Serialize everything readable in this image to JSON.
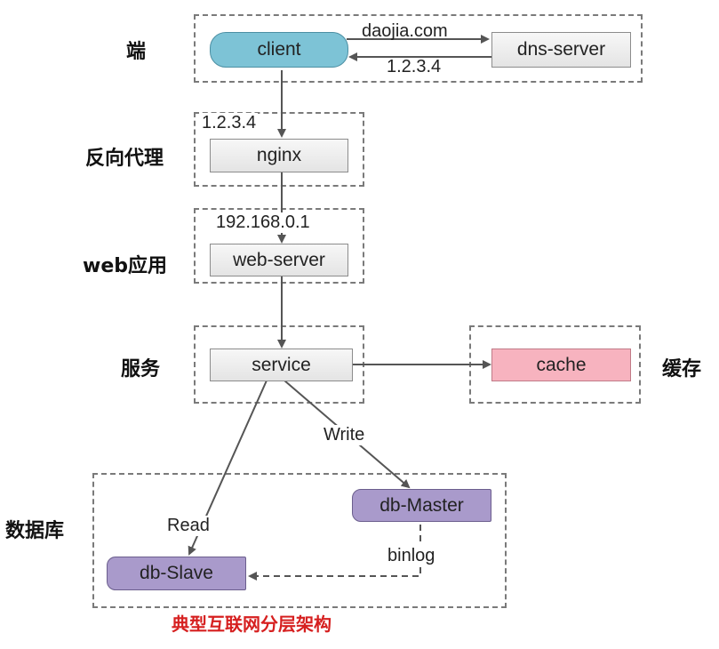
{
  "layers": {
    "client_end": "端",
    "reverse_proxy": "反向代理",
    "web_app": "web应用",
    "service": "服务",
    "cache": "缓存",
    "database": "数据库"
  },
  "nodes": {
    "client": "client",
    "dns_server": "dns-server",
    "nginx": "nginx",
    "web_server": "web-server",
    "service": "service",
    "cache": "cache",
    "db_master": "db-Master",
    "db_slave": "db-Slave"
  },
  "edges": {
    "dns_query": "daojia.com",
    "dns_reply": "1.2.3.4",
    "nginx_ip": "1.2.3.4",
    "web_ip": "192.168.0.1",
    "write": "Write",
    "read": "Read",
    "binlog": "binlog"
  },
  "title": "典型互联网分层架构",
  "colors": {
    "client": "#7dc3d6",
    "cache": "#f7b3bf",
    "db": "#a99acb",
    "title": "#d62020"
  }
}
